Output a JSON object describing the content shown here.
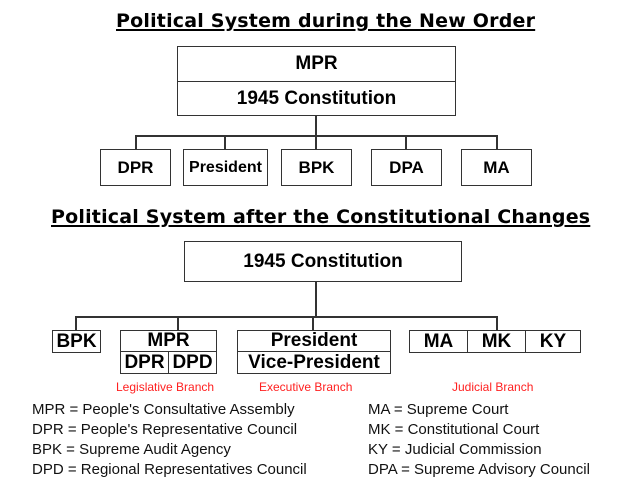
{
  "top_diagram": {
    "title": "Political System during the New Order",
    "root": {
      "top": "MPR",
      "bottom": "1945 Constitution"
    },
    "children": [
      "DPR",
      "President",
      "BPK",
      "DPA",
      "MA"
    ]
  },
  "bottom_diagram": {
    "title": "Political System after the Constitutional Changes",
    "root": "1945 Constitution",
    "bpk": "BPK",
    "legislative": {
      "top": "MPR",
      "left": "DPR",
      "right": "DPD",
      "label": "Legislative Branch"
    },
    "executive": {
      "top": "President",
      "bottom": "Vice-President",
      "label": "Executive Branch"
    },
    "judicial": {
      "cells": [
        "MA",
        "MK",
        "KY"
      ],
      "label": "Judicial Branch"
    }
  },
  "legend": {
    "left": [
      "MPR = People's Consultative Assembly",
      "DPR = People's Representative Council",
      "BPK = Supreme Audit Agency",
      "DPD = Regional Representatives Council"
    ],
    "right": [
      "MA = Supreme Court",
      "MK = Constitutional Court",
      "KY = Judicial Commission",
      "DPA = Supreme Advisory Council"
    ]
  },
  "colors": {
    "branch_label": "#ff2020",
    "line": "#333333"
  }
}
